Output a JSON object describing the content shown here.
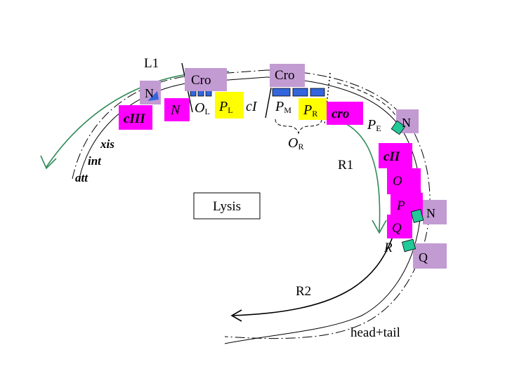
{
  "title_box": "Lysis",
  "transcripts": {
    "l1": "L1",
    "r1": "R1",
    "r2": "R2"
  },
  "left_genes": {
    "xis": "xis",
    "int": "int",
    "att": "att"
  },
  "boxes": {
    "cIII": "cIII",
    "N_gene": "N",
    "N_protein_left": "N",
    "Cro_left": "Cro",
    "Cro_right": "Cro",
    "cro_gene": "cro",
    "cII": "cII",
    "O": "O",
    "P": "P",
    "Q": "Q",
    "N_protein_right_top": "N",
    "N_protein_right_mid": "N",
    "Q_protein": "Q"
  },
  "operators": {
    "OL": {
      "main": "O",
      "sub": "L"
    },
    "OR": {
      "main": "O",
      "sub": "R"
    }
  },
  "promoters": {
    "PL": {
      "main": "P",
      "sub": "L"
    },
    "PM": {
      "main": "P",
      "sub": "M"
    },
    "PR": {
      "main": "P",
      "sub": "R"
    },
    "PE": {
      "main": "P",
      "sub": "E"
    }
  },
  "cI_label": "cI",
  "R_label": "R",
  "head_tail": "head+tail",
  "colors": {
    "magenta": "#ff00ff",
    "purple": "#c39bd3",
    "yellow": "#ffff00",
    "blue": "#3366dd",
    "teal": "#20c997",
    "green_arrow": "#2e8b57"
  }
}
